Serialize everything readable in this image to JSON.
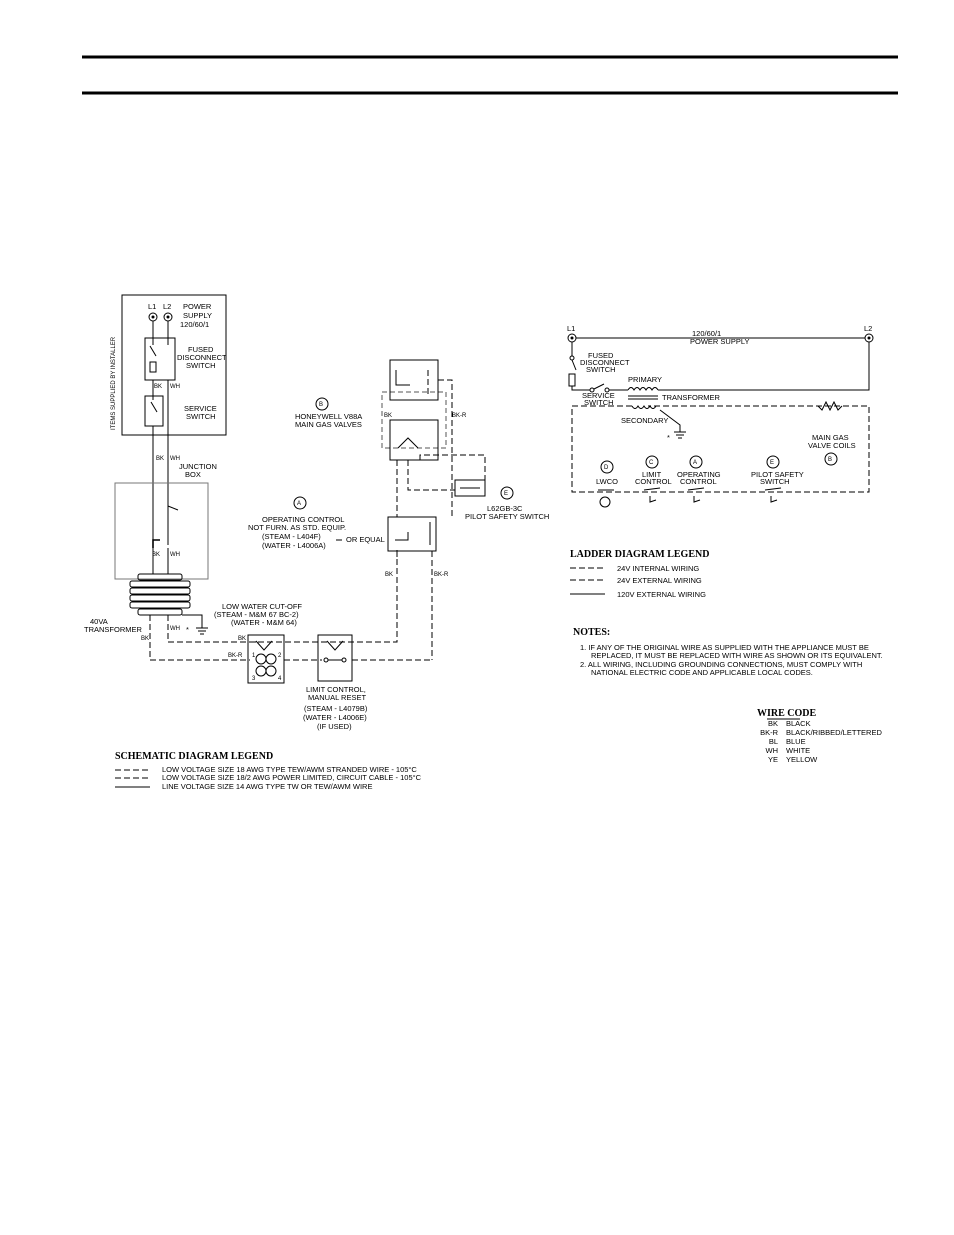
{
  "schematic": {
    "items_supplied": "ITEMS SUPPLIED BY INSTALLER",
    "l1": "L1",
    "l2": "L2",
    "power_supply": [
      "POWER",
      "SUPPLY",
      "120/60/1"
    ],
    "fused_disconnect": [
      "FUSED",
      "DISCONNECT",
      "SWITCH"
    ],
    "service_switch": [
      "SERVICE",
      "SWITCH"
    ],
    "junction_box": [
      "JUNCTION",
      "BOX"
    ],
    "transformer": [
      "40VA",
      "TRANSFORMER"
    ],
    "gas_valves_tag": "B",
    "gas_valves": [
      "HONEYWELL V88A",
      "MAIN GAS VALVES"
    ],
    "operating_control_tag": "A",
    "operating_control": [
      "OPERATING CONTROL",
      "NOT FURN. AS STD. EQUIP.",
      "(STEAM - L404F)",
      "(WATER - L4006A)"
    ],
    "or_equal": "OR EQUAL",
    "pilot_tag": "E",
    "pilot_safety": [
      "L62GB-3C",
      "PILOT SAFETY SWITCH"
    ],
    "lwco": [
      "LOW WATER CUT-OFF",
      "(STEAM - M&M 67 BC-2)",
      "(WATER - M&M 64)"
    ],
    "limit_control": [
      "LIMIT CONTROL,",
      "MANUAL RESET",
      "(STEAM - L4079B)",
      "(WATER - L4006E)",
      "(IF USED)"
    ],
    "wire_labels": {
      "bk": "BK",
      "wh": "WH",
      "bkr": "BK-R"
    },
    "lwco_terminals": [
      "1",
      "2",
      "3",
      "4"
    ],
    "ground_mark": "*"
  },
  "schematic_legend": {
    "title": "SCHEMATIC DIAGRAM LEGEND",
    "items": [
      "LOW VOLTAGE SIZE 18 AWG TYPE TEW/AWM STRANDED WIRE - 105°C",
      "LOW VOLTAGE SIZE 18/2 AWG POWER LIMITED, CIRCUIT CABLE - 105°C",
      "LINE VOLTAGE SIZE 14 AWG TYPE TW OR TEW/AWM WIRE"
    ]
  },
  "ladder": {
    "l1": "L1",
    "l2": "L2",
    "power_supply": [
      "120/60/1",
      "POWER SUPPLY"
    ],
    "fused_disconnect": [
      "FUSED",
      "DISCONNECT",
      "SWITCH"
    ],
    "service_switch": [
      "SERVICE",
      "SWITCH"
    ],
    "primary": "PRIMARY",
    "transformer": "TRANSFORMER",
    "secondary": "SECONDARY",
    "main_gas": [
      "MAIN GAS",
      "VALVE COILS"
    ],
    "main_gas_tag": "B",
    "lwco_tag": "D",
    "lwco": "LWCO",
    "limit_tag": "C",
    "limit": [
      "LIMIT",
      "CONTROL"
    ],
    "operating_tag": "A",
    "operating": [
      "OPERATING",
      "CONTROL"
    ],
    "pilot_tag": "E",
    "pilot": [
      "PILOT SAFETY",
      "SWITCH"
    ],
    "ground_mark": "*"
  },
  "ladder_legend": {
    "title": "LADDER DIAGRAM LEGEND",
    "items": [
      "24V INTERNAL WIRING",
      "24V EXTERNAL WIRING",
      "120V EXTERNAL WIRING"
    ]
  },
  "notes": {
    "title": "NOTES:",
    "lines": [
      "1.  IF ANY OF THE ORIGINAL WIRE AS SUPPLIED WITH THE APPLIANCE MUST BE",
      "REPLACED, IT MUST BE REPLACED WITH WIRE AS SHOWN OR ITS EQUIVALENT.",
      "2.  ALL WIRING, INCLUDING GROUNDING CONNECTIONS, MUST COMPLY WITH",
      "NATIONAL ELECTRIC CODE AND APPLICABLE LOCAL CODES."
    ]
  },
  "wire_code": {
    "title": "WIRE CODE",
    "rows": [
      {
        "code": "BK",
        "name": "BLACK"
      },
      {
        "code": "BK-R",
        "name": "BLACK/RIBBED/LETTERED"
      },
      {
        "code": "BL",
        "name": "BLUE"
      },
      {
        "code": "WH",
        "name": "WHITE"
      },
      {
        "code": "YE",
        "name": "YELLOW"
      }
    ]
  }
}
